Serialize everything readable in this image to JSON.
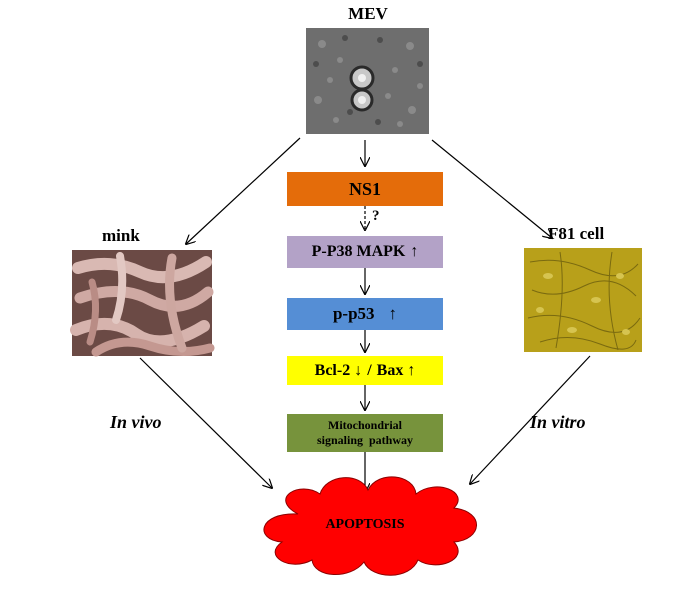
{
  "virus": {
    "label": "MEV"
  },
  "host_left": {
    "label": "mink",
    "route": "In vivo"
  },
  "host_right": {
    "label": "F81 cell",
    "route": "In vitro"
  },
  "pathway": {
    "step1": "NS1",
    "unknown_link": "?",
    "step2": "P-P38 MAPK",
    "step2_arrow": "↑",
    "step3": "p-p53",
    "step3_arrow": "↑",
    "step4_a": "Bcl-2",
    "step4_a_arrow": "↓",
    "step4_sep": "/",
    "step4_b": "Bax",
    "step4_b_arrow": "↑",
    "step5_line1": "Mitochondrial",
    "step5_line2": "signaling  pathway"
  },
  "outcome": {
    "label": "APOPTOSIS"
  },
  "colors": {
    "ns1": "#e46c0a",
    "mapk": "#b3a2c7",
    "p53": "#558ed5",
    "bcl": "#ffff00",
    "mito": "#77933c",
    "apoptosis": "#ff0000",
    "cell_culture": "#b8a01a"
  },
  "icons": [
    "virus-micrograph",
    "mink-intestine-photo",
    "f81-cell-culture-photo"
  ]
}
